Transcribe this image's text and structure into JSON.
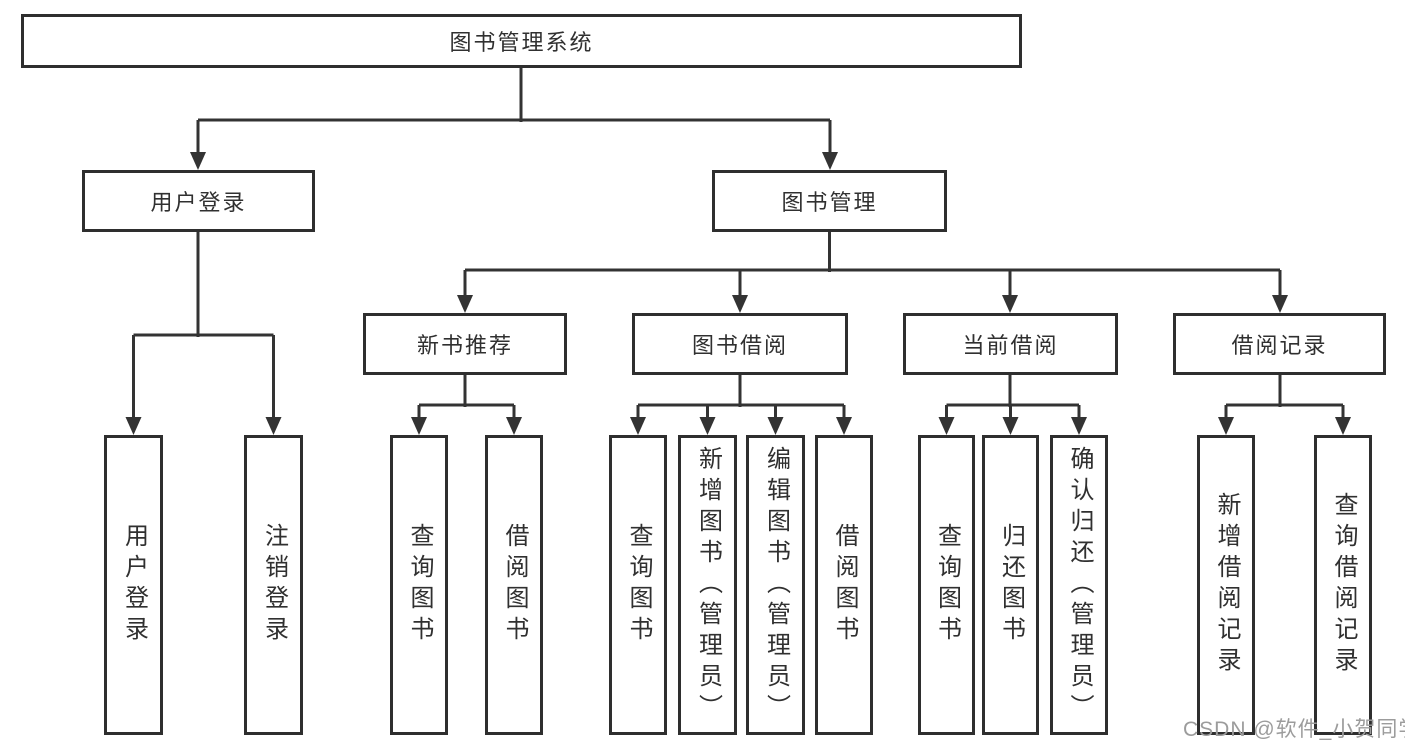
{
  "tree": {
    "label": "图书管理系统",
    "children": [
      {
        "label": "用户登录",
        "children": [
          {
            "label": "用户登录"
          },
          {
            "label": "注销登录"
          }
        ]
      },
      {
        "label": "图书管理",
        "children": [
          {
            "label": "新书推荐",
            "children": [
              {
                "label": "查询图书"
              },
              {
                "label": "借阅图书"
              }
            ]
          },
          {
            "label": "图书借阅",
            "children": [
              {
                "label": "查询图书"
              },
              {
                "label": "新增图书（管理员）"
              },
              {
                "label": "编辑图书（管理员）"
              },
              {
                "label": "借阅图书"
              }
            ]
          },
          {
            "label": "当前借阅",
            "children": [
              {
                "label": "查询图书"
              },
              {
                "label": "归还图书"
              },
              {
                "label": "确认归还（管理员）"
              }
            ]
          },
          {
            "label": "借阅记录",
            "children": [
              {
                "label": "新增借阅记录"
              },
              {
                "label": "查询借阅记录"
              }
            ]
          }
        ]
      }
    ]
  },
  "watermark": "CSDN @软件_小贺同学",
  "colors": {
    "line": "#333333",
    "box_border": "#2e2e2e",
    "box_fill": "#ffffff",
    "text": "#303030",
    "watermark": "#9c9c9c",
    "background": "#ffffff"
  }
}
